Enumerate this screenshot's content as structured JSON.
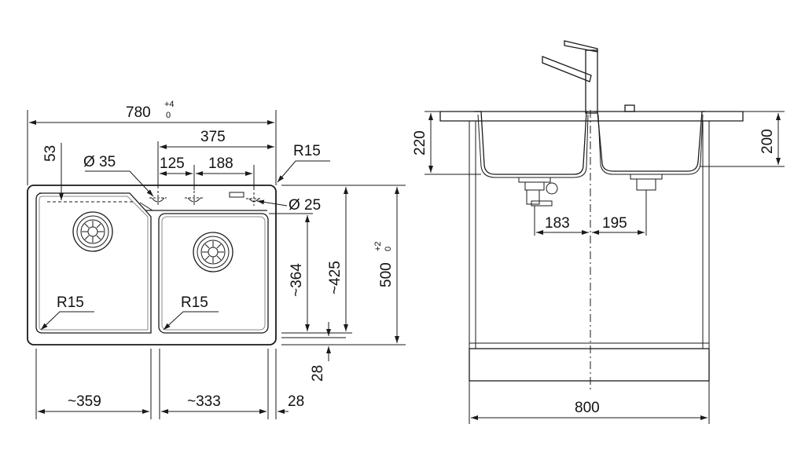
{
  "plan_view": {
    "overall_width": "780",
    "overall_width_tol_plus": "+4",
    "overall_width_tol_minus": "0",
    "tap_zone_width": "375",
    "offset_53": "53",
    "hole_35": "Ø 35",
    "hole_25": "Ø 25",
    "spacing_125": "125",
    "spacing_188": "188",
    "corner_radius_top": "R15",
    "left_bowl_radius": "R15",
    "right_bowl_radius": "R15",
    "left_bowl_depth": "~364",
    "outer_depth": "~425",
    "overall_depth": "500",
    "overall_depth_tol_plus": "+2",
    "overall_depth_tol_minus": "0",
    "rim_28_vertical": "28",
    "left_bowl_width": "~359",
    "right_bowl_width": "~333",
    "rim_28_horizontal": "28"
  },
  "section_view": {
    "left_depth": "220",
    "right_depth": "200",
    "left_drain_offset": "183",
    "right_drain_offset": "195",
    "cabinet_width": "800"
  }
}
